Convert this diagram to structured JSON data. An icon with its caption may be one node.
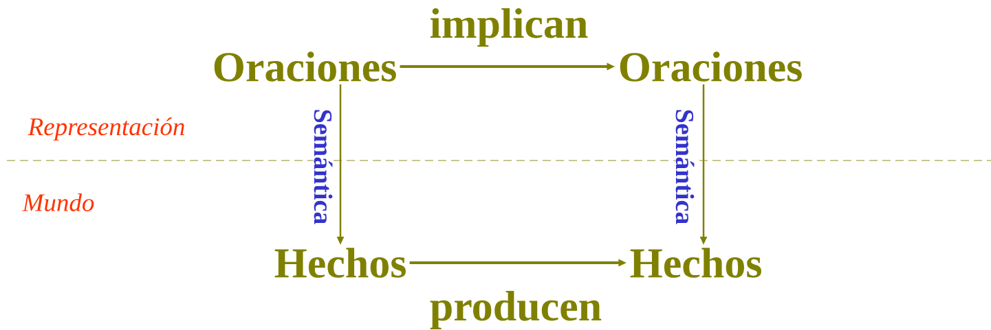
{
  "diagram": {
    "nodes": [
      {
        "text": [
          "Oraciones"
        ]
      },
      {
        "text": [
          "Oraciones"
        ]
      },
      {
        "text": [
          "Hechos"
        ]
      },
      {
        "text": [
          "Hechos"
        ]
      }
    ],
    "edges": [
      {
        "from": 0,
        "to": 1,
        "arrow": "to",
        "label": "implican"
      },
      {
        "from": 0,
        "to": 2,
        "arrow": "to",
        "label": "Semántica"
      },
      {
        "from": 1,
        "to": 3,
        "arrow": "to",
        "label": "Semántica"
      },
      {
        "from": 2,
        "to": 3,
        "arrow": "to",
        "label": "producen"
      }
    ],
    "labels": [
      "Representación",
      "Mundo"
    ]
  }
}
